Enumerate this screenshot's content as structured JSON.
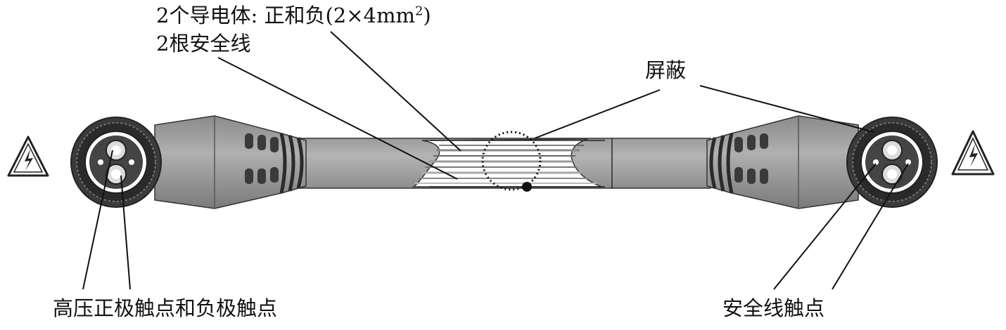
{
  "labels": {
    "conductors_prefix": "2个导电体: 正和负(2×4mm",
    "conductors_sup": "2",
    "conductors_suffix": ")",
    "safety_wires": "2根安全线",
    "shield": "屏蔽",
    "hv_contacts": "高压正极触点和负极触点",
    "safety_contacts": "安全线触点"
  },
  "icons": {
    "left_warning": "high-voltage-warning-icon",
    "right_warning": "high-voltage-warning-icon"
  },
  "colors": {
    "cable_fill": "#a8a8a8",
    "connector_dark": "#2e2e2e",
    "line": "#111111",
    "background": "#ffffff"
  }
}
